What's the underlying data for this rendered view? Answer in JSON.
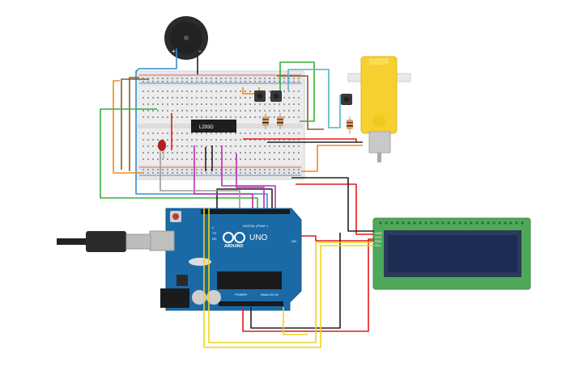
{
  "buzzer": {
    "plus_label": "+",
    "minus_label": "−"
  },
  "driver_chip": {
    "label": "L293D"
  },
  "arduino": {
    "logo_text": "ARDUINO",
    "model": "UNO",
    "digital_header": "DIGITAL (PWM~)",
    "power_label": "POWER",
    "analog_label": "ANALOG IN",
    "tx_label": "TX",
    "rx_label": "RX",
    "l_label": "L",
    "on_label": "ON"
  },
  "lcd": {
    "pin_labels": [
      "GND",
      "VCC",
      "SDA",
      "SCL"
    ]
  },
  "colors": {
    "board_blue": "#1a6aa6",
    "breadboard": "#ececec",
    "lcd_green": "#4fa85a",
    "lcd_screen": "#1e2c55",
    "motor_yellow": "#f6d02f",
    "wire_red": "#e11b1b",
    "wire_black": "#222222",
    "wire_orange": "#f08a1c",
    "wire_green": "#35b03a",
    "wire_blue": "#2f8fd8",
    "wire_brown": "#8a5a2b",
    "wire_yellow": "#f2d21a",
    "wire_magenta": "#c02ab8",
    "wire_gray": "#9a9a9a",
    "wire_teal": "#4fb6c6"
  }
}
